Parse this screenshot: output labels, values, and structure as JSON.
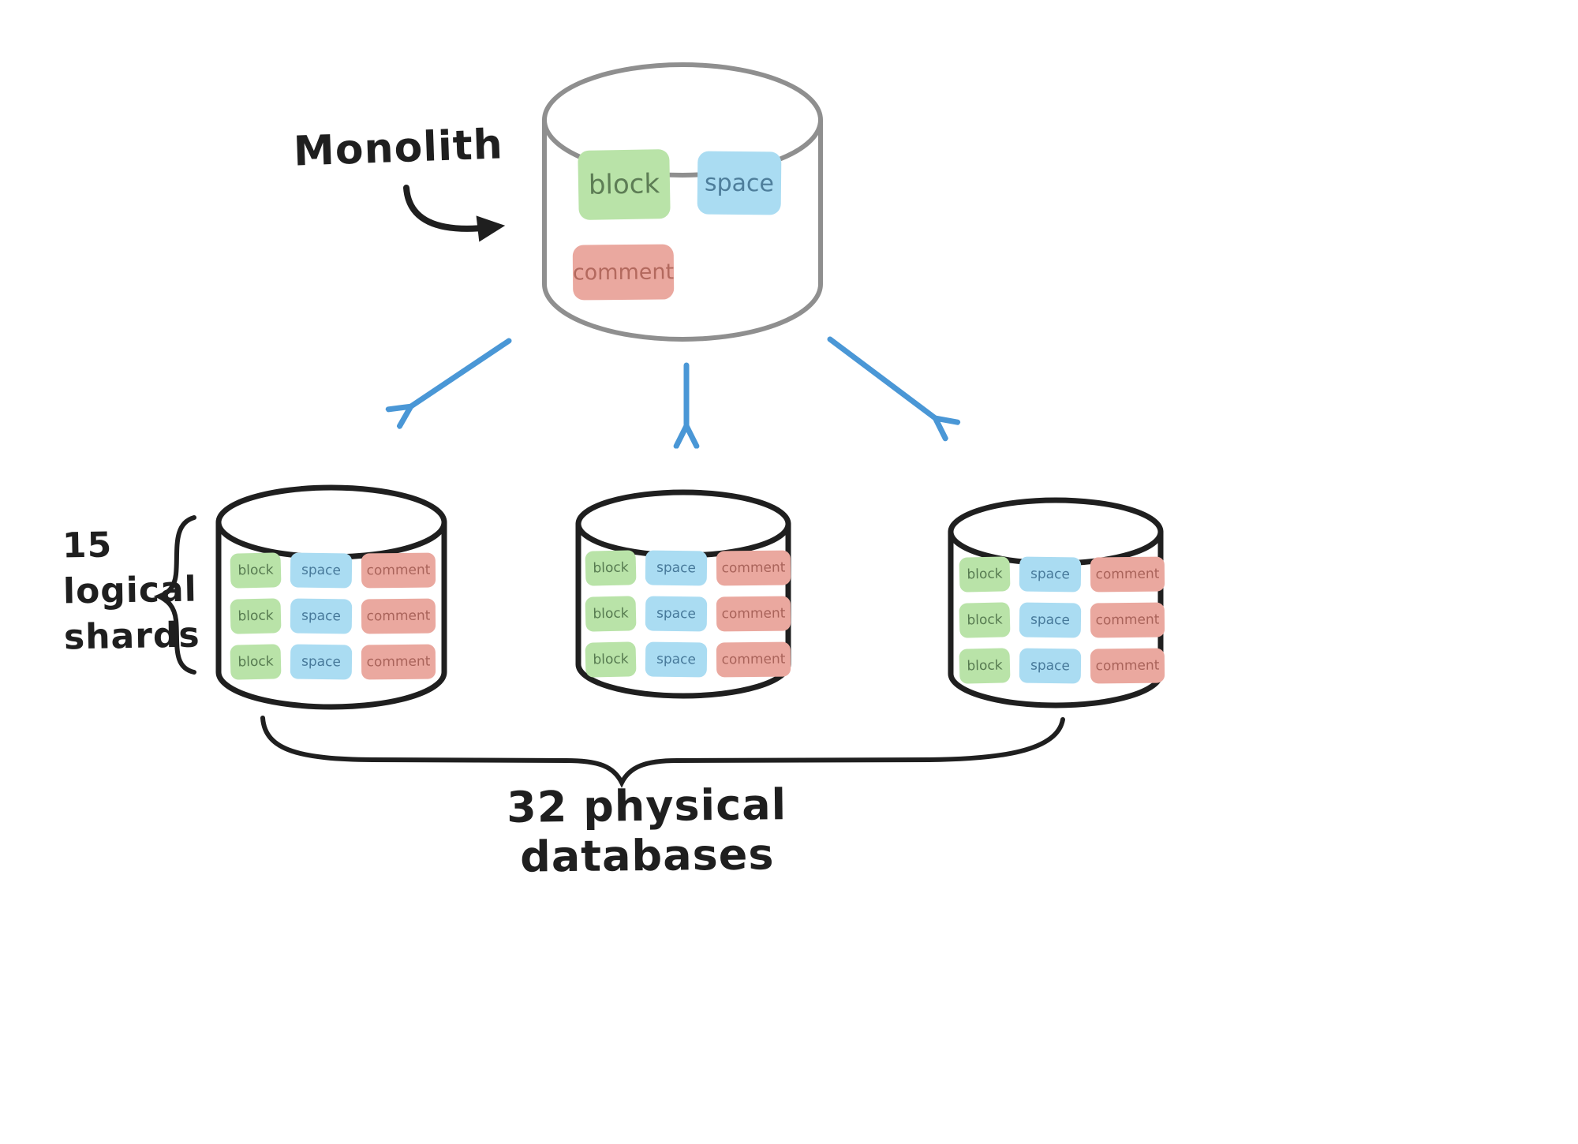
{
  "monolith": {
    "label": "Monolith",
    "tables": [
      {
        "id": "block",
        "label": "block"
      },
      {
        "id": "space",
        "label": "space"
      },
      {
        "id": "comment",
        "label": "comment"
      }
    ]
  },
  "shard_grid": {
    "rows": [
      [
        "block",
        "space",
        "comment"
      ],
      [
        "block",
        "space",
        "comment"
      ],
      [
        "block",
        "space",
        "comment"
      ]
    ]
  },
  "labels": {
    "shard_count": [
      "15",
      "logical",
      "shards"
    ],
    "physical_databases": "32 physical databases"
  },
  "colors": {
    "block": "#b9e3a8",
    "space": "#aadcf2",
    "comment": "#eaa89f",
    "arrow": "#4a97d6",
    "ink": "#1f1f1f",
    "monolith-stroke": "#8f8f8f"
  }
}
